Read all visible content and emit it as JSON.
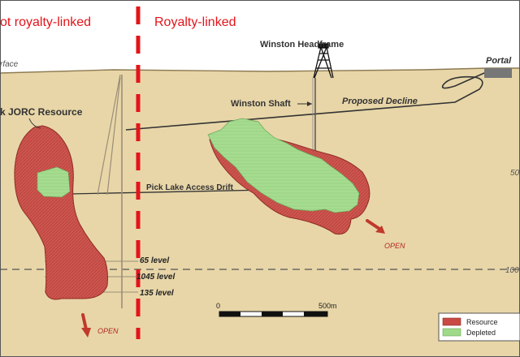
{
  "headings": {
    "left": "ot royalty-linked",
    "right": "Royalty-linked"
  },
  "surface_label": "rface",
  "labels": {
    "headframe": "Winston Headframe",
    "portal": "Portal",
    "shaft": "Winston Shaft",
    "decline": "Proposed Decline",
    "jorc": "k JORC Resource",
    "drift": "Pick Lake Access Drift"
  },
  "levels": [
    "65 level",
    "1045 level",
    "135 level"
  ],
  "open_labels": [
    "OPEN",
    "OPEN"
  ],
  "elevation_ticks": [
    "50",
    "100"
  ],
  "scale_bar": {
    "start": "0",
    "end": "500m"
  },
  "legend": {
    "items": [
      {
        "label": "Resource",
        "color": "#c94a44"
      },
      {
        "label": "Depleted",
        "color": "#9fd98a"
      }
    ]
  },
  "colors": {
    "ground": "#e8d6a8",
    "sky": "#ffffff",
    "heading_red": "#e3141a",
    "resource": "#c94a44",
    "depleted": "#9fd98a"
  }
}
